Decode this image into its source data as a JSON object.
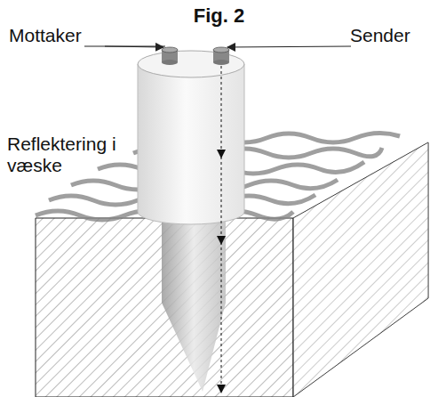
{
  "diagram": {
    "title": "Fig. 2",
    "labels": [
      "Mottaker",
      "Sender",
      "Reflektering i væske"
    ]
  }
}
